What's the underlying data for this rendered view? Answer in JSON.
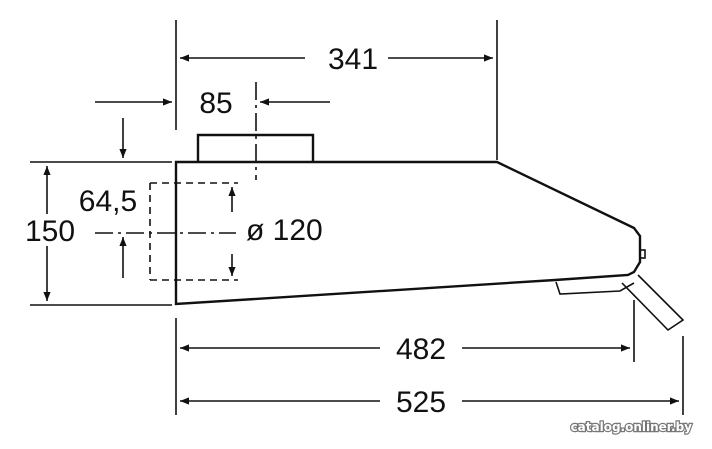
{
  "dimensions": {
    "total_depth": "525",
    "lower_depth": "482",
    "upper_depth": "341",
    "height": "150",
    "outlet_width": "85",
    "outlet_offset": "64,5",
    "outlet_diameter": "ø 120"
  },
  "watermark": "catalog.onliner.by",
  "colors": {
    "line": "#111111",
    "background": "#ffffff",
    "watermark_fill": "#ffffff",
    "watermark_outline": "#777777"
  }
}
